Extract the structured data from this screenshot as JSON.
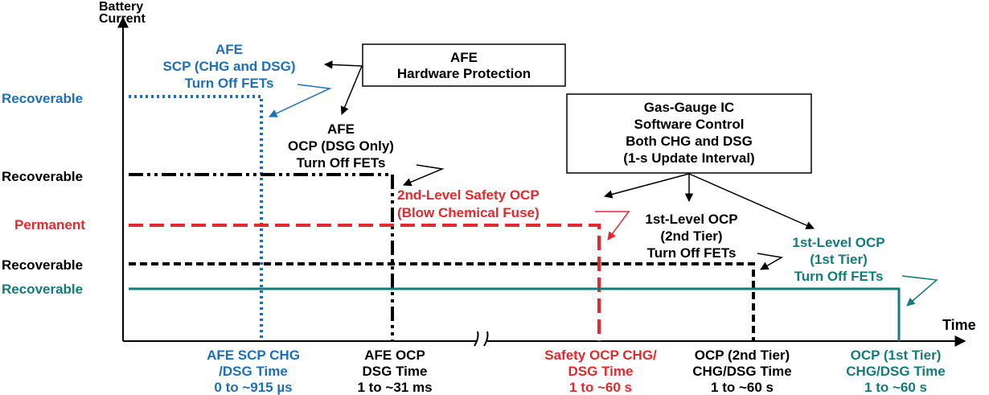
{
  "axes": {
    "y_label": [
      "Battery",
      "Current"
    ],
    "x_label": "Time"
  },
  "levels": [
    {
      "label": "Recoverable",
      "color": "#1f6fb5"
    },
    {
      "label": "Recoverable",
      "color": "#000000"
    },
    {
      "label": "Permanent",
      "color": "#e02a2f"
    },
    {
      "label": "Recoverable",
      "color": "#000000"
    },
    {
      "label": "Recoverable",
      "color": "#157a7a"
    }
  ],
  "boxes": {
    "afe_hw": [
      "AFE",
      "Hardware Protection"
    ],
    "gas_gauge": [
      "Gas-Gauge IC",
      "Software Control",
      "Both CHG and DSG",
      "(1-s Update Interval)"
    ]
  },
  "annotations": {
    "afe_scp": [
      "AFE",
      "SCP (CHG and DSG)",
      "Turn Off FETs"
    ],
    "afe_ocp": [
      "AFE",
      "OCP (DSG Only)",
      "Turn Off FETs"
    ],
    "safety_ocp": [
      "2nd-Level Safety OCP",
      "(Blow Chemical Fuse)"
    ],
    "ocp_2nd_tier": [
      "1st-Level OCP",
      "(2nd Tier)",
      "Turn Off FETs"
    ],
    "ocp_1st_tier": [
      "1st-Level OCP",
      "(1st Tier)",
      "Turn Off FETs"
    ]
  },
  "time_labels": [
    {
      "lines": [
        "AFE SCP CHG",
        "/DSG Time",
        "0 to ~915 µs"
      ],
      "color": "#1f6fb5"
    },
    {
      "lines": [
        "AFE OCP",
        "DSG Time",
        "1 to ~31 ms"
      ],
      "color": "#000000"
    },
    {
      "lines": [
        "Safety OCP CHG/",
        "DSG Time",
        "1 to ~60 s"
      ],
      "color": "#e02a2f"
    },
    {
      "lines": [
        "OCP (2nd Tier)",
        "CHG/DSG Time",
        "1 to ~60 s"
      ],
      "color": "#000000"
    },
    {
      "lines": [
        "OCP (1st Tier)",
        "CHG/DSG Time",
        "1 to ~60 s"
      ],
      "color": "#157a7a"
    }
  ]
}
